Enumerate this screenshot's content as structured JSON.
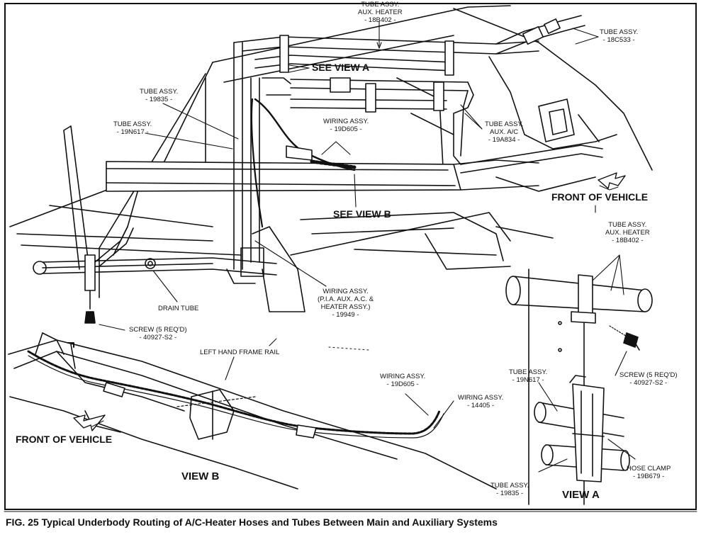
{
  "callouts": {
    "aux_heater_top": {
      "name": "TUBE ASSY.",
      "sub": "AUX. HEATER",
      "part": "- 18B402 -"
    },
    "tube_18c533": {
      "name": "TUBE ASSY.",
      "part": "- 18C533 -"
    },
    "tube_19835": {
      "name": "TUBE ASSY.",
      "part": "- 19835 -"
    },
    "tube_19n617": {
      "name": "TUBE ASSY.",
      "part": "- 19N617 -"
    },
    "wiring_19d605_top": {
      "name": "WIRING ASSY.",
      "part": "- 19D605 -"
    },
    "aux_ac": {
      "name": "TUBE ASSY.",
      "sub": "AUX. A/C",
      "part": "- 19A834 -"
    },
    "wiring_19949": {
      "name": "WIRING ASSY.",
      "sub1": "(P.I.A. AUX. A.C. &",
      "sub2": "HEATER ASSY.)",
      "part": "- 19949 -"
    },
    "drain_tube": {
      "name": "DRAIN TUBE"
    },
    "screw_left": {
      "name": "SCREW (5 REQ'D)",
      "part": "- 40927-S2 -"
    },
    "aux_heater_right": {
      "name": "TUBE ASSY.",
      "sub": "AUX. HEATER",
      "part": "- 18B402 -"
    },
    "screw_right": {
      "name": "SCREW (5 REQ'D)",
      "part": "- 40927-S2 -"
    },
    "tube_19n617_b": {
      "name": "TUBE ASSY.",
      "part": "- 19N617 -"
    },
    "left_frame_rail": {
      "name": "LEFT HAND FRAME RAIL"
    },
    "wiring_19d605_b": {
      "name": "WIRING ASSY.",
      "part": "- 19D605 -"
    },
    "wiring_14405": {
      "name": "WIRING ASSY.",
      "part": "- 14405 -"
    },
    "hose_clamp": {
      "name": "HOSE CLAMP",
      "part": "- 19B679 -"
    },
    "tube_19835_b": {
      "name": "TUBE ASSY.",
      "part": "- 19835 -"
    }
  },
  "headings": {
    "see_view_a": "SEE VIEW A",
    "see_view_b": "SEE VIEW B",
    "front_of_vehicle_right": "FRONT OF VEHICLE",
    "front_of_vehicle_left": "FRONT OF VEHICLE",
    "view_b": "VIEW B",
    "view_a": "VIEW A"
  },
  "caption": "FIG. 25 Typical Underbody Routing of A/C-Heater Hoses and Tubes Between Main and Auxiliary Systems"
}
